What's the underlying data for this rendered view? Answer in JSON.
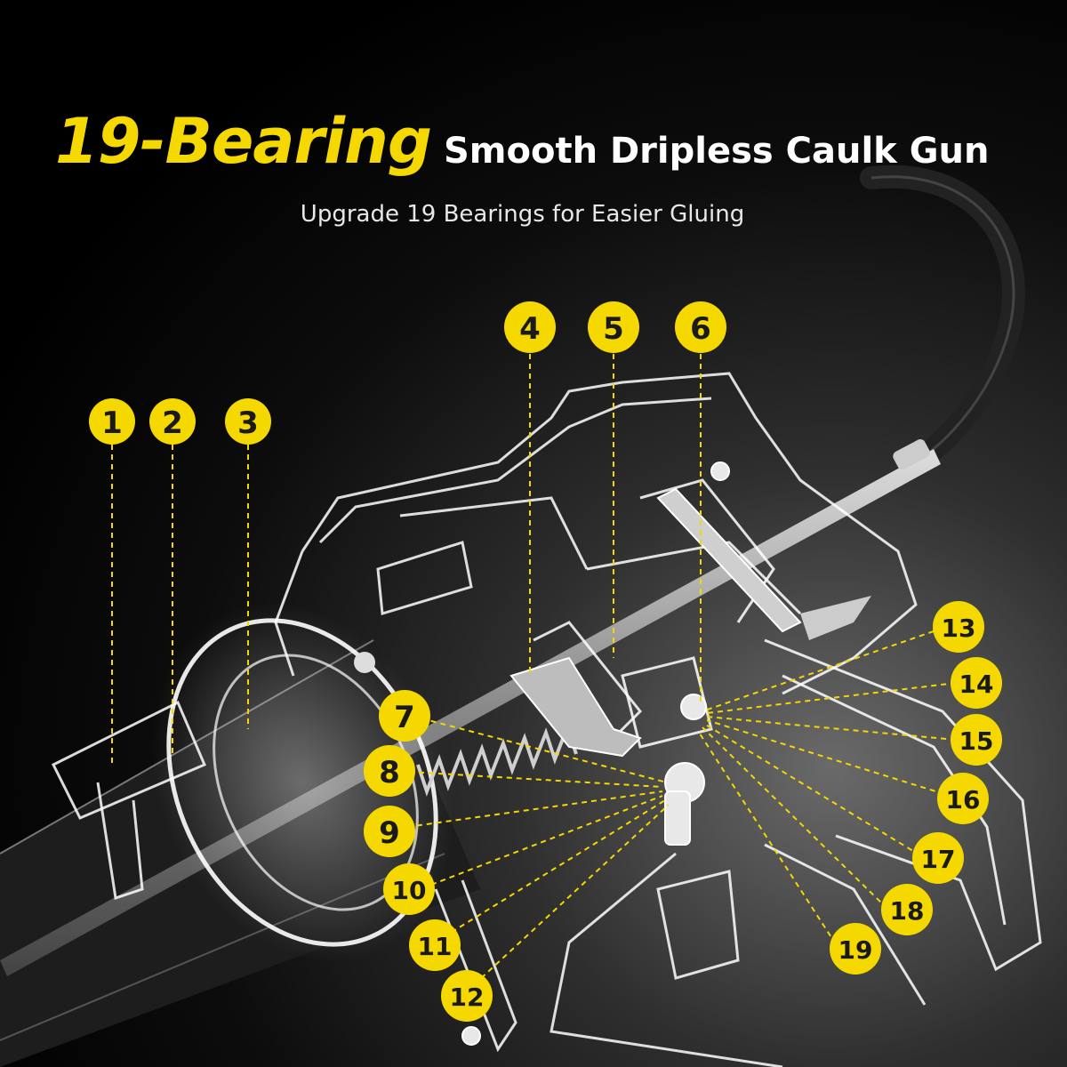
{
  "header": {
    "title_highlight": "19-Bearing",
    "title_rest": "Smooth Dripless Caulk Gun",
    "subtitle": "Upgrade 19 Bearings for Easier Gluing"
  },
  "callouts": [
    "1",
    "2",
    "3",
    "4",
    "5",
    "6",
    "7",
    "8",
    "9",
    "10",
    "11",
    "12",
    "13",
    "14",
    "15",
    "16",
    "17",
    "18",
    "19"
  ],
  "colors": {
    "accent": "#f5d800",
    "text": "#ffffff",
    "background": "#000000",
    "outline": "#ffffff"
  },
  "image": {
    "subject": "caulk-gun-xray-illustration"
  }
}
